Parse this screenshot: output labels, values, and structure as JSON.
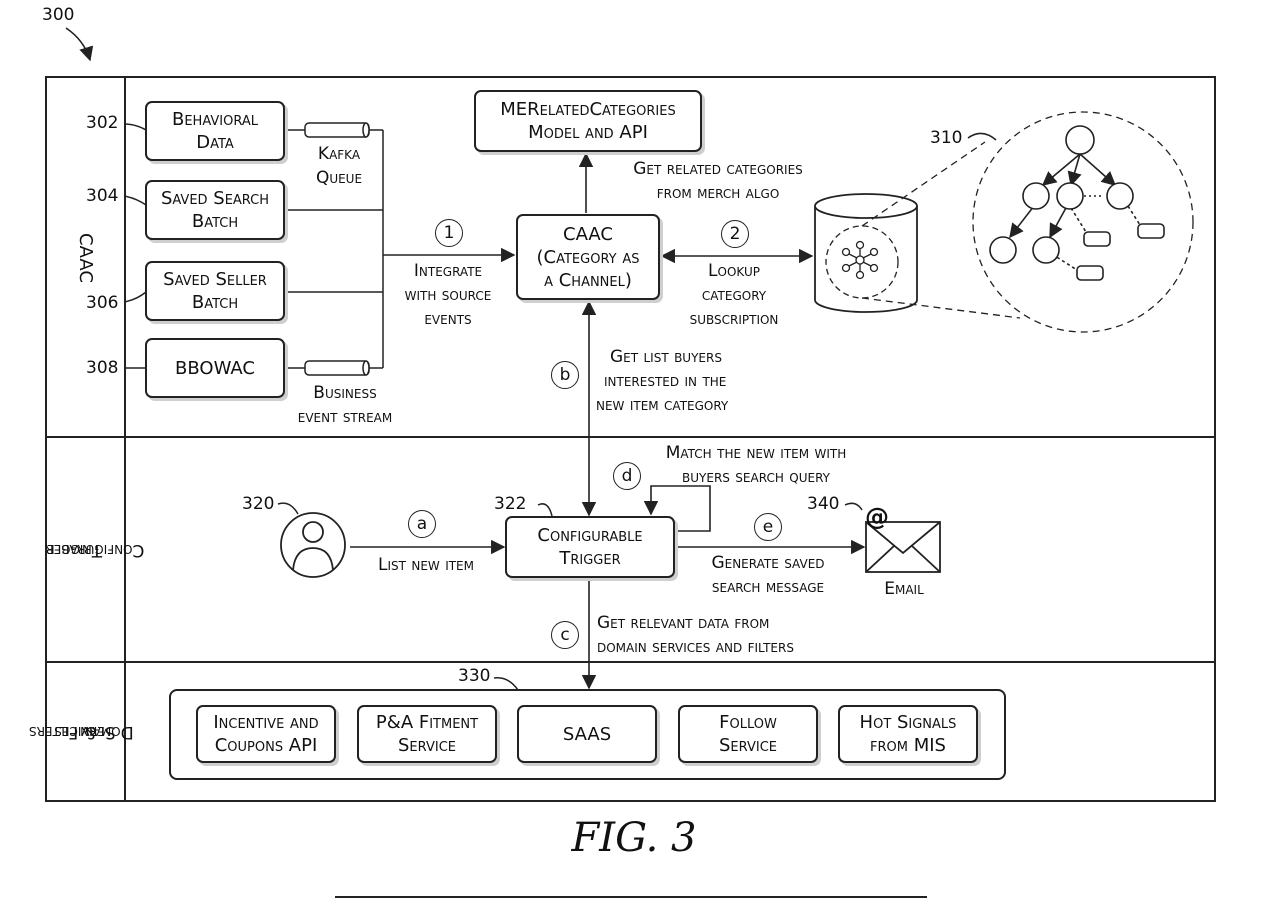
{
  "figure_ref": "300",
  "lanes": {
    "caac": "CAAC",
    "trigger": [
      "Configurable",
      "Trigger"
    ],
    "domain": [
      "Domain",
      "Services",
      "& Filters"
    ]
  },
  "sources": [
    {
      "ref": "302",
      "lines": [
        "Behavioral",
        "Data"
      ]
    },
    {
      "ref": "304",
      "lines": [
        "Saved Search",
        "Batch"
      ]
    },
    {
      "ref": "306",
      "lines": [
        "Saved Seller",
        "Batch"
      ]
    },
    {
      "ref": "308",
      "lines": [
        "BBOWAC"
      ]
    }
  ],
  "kafka_queue": [
    "Kafka",
    "Queue"
  ],
  "business_event_stream": [
    "Business",
    "event stream"
  ],
  "integrate_label": [
    "Integrate",
    "with source",
    "events"
  ],
  "me_related": [
    "MERelatedCategories",
    "Model and API"
  ],
  "get_related": [
    "Get related categories",
    "from merch algo"
  ],
  "caac_box": [
    "CAAC",
    "(Category as",
    "a Channel)"
  ],
  "lookup_label": [
    "Lookup",
    "category",
    "subscription"
  ],
  "db_ref": "310",
  "step_labels": {
    "one": "1",
    "two": "2",
    "a": "a",
    "b": "b",
    "c": "c",
    "d": "d",
    "e": "e"
  },
  "get_list_buyers": [
    "Get list buyers",
    "interested in the",
    "new item category"
  ],
  "match_label": [
    "Match the new item with",
    "buyers search query"
  ],
  "user_ref": "320",
  "list_new_item": "List new item",
  "trigger_ref": "322",
  "trigger_box": [
    "Configurable",
    "Trigger"
  ],
  "generate_label": [
    "Generate saved",
    "search message"
  ],
  "email_ref": "340",
  "email_at": "@",
  "email_label": "Email",
  "get_relevant": [
    "Get relevant data from",
    "domain services and filters"
  ],
  "services_ref": "330",
  "services": [
    [
      "Incentive and",
      "Coupons API"
    ],
    [
      "P&A Fitment",
      "Service"
    ],
    [
      "SAAS"
    ],
    [
      "Follow",
      "Service"
    ],
    [
      "Hot Signals",
      "from MIS"
    ]
  ],
  "fig_caption": "FIG. 3"
}
